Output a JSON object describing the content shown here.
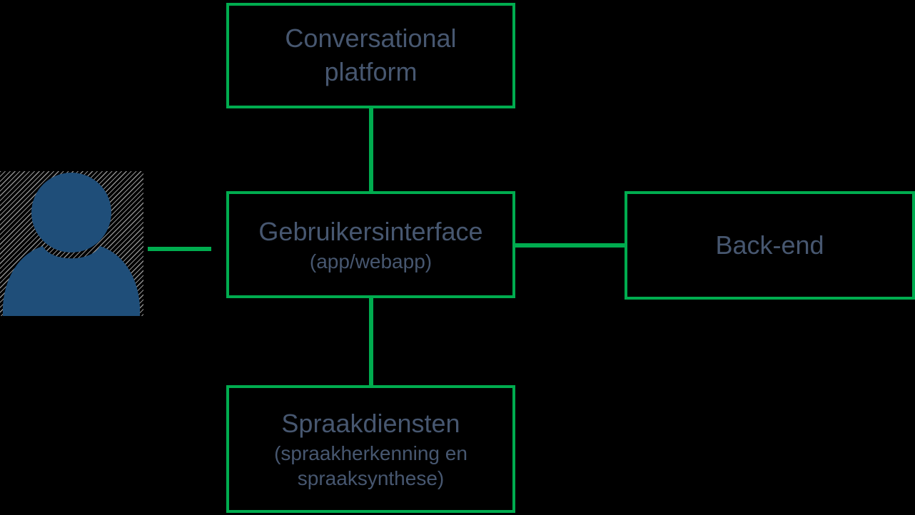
{
  "colors": {
    "background": "#000000",
    "border_green": "#00AC4F",
    "connector_green": "#00AC4F",
    "box_bg": "#000000",
    "text_slate": "#475770",
    "person_blue": "#1F4E79",
    "hatch_gray": "#8f8f8f"
  },
  "nodes": {
    "conversational_platform": {
      "label": "Conversational platform"
    },
    "gebruikersinterface": {
      "label": "Gebruikersinterface",
      "sublabel": "(app/webapp)"
    },
    "back_end": {
      "label": "Back-end"
    },
    "spraakdiensten": {
      "label": "Spraakdiensten",
      "sublabel": "(spraakherkenning en spraaksynthese)"
    }
  },
  "icons": {
    "user": "user-silhouette-icon"
  },
  "connections": [
    {
      "from": "user",
      "to": "gebruikersinterface",
      "orientation": "horizontal"
    },
    {
      "from": "conversational_platform",
      "to": "gebruikersinterface",
      "orientation": "vertical"
    },
    {
      "from": "gebruikersinterface",
      "to": "back_end",
      "orientation": "horizontal"
    },
    {
      "from": "gebruikersinterface",
      "to": "spraakdiensten",
      "orientation": "vertical"
    }
  ]
}
